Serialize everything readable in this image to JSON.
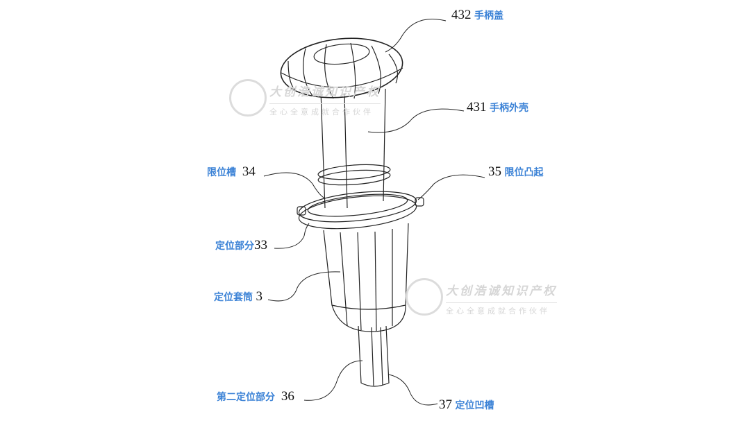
{
  "labels": {
    "l432": {
      "num": "432",
      "text": "手柄盖"
    },
    "l431": {
      "num": "431",
      "text": "手柄外壳"
    },
    "l34": {
      "num": "34",
      "text": "限位槽"
    },
    "l35": {
      "num": "35",
      "text": "限位凸起"
    },
    "l33": {
      "num": "33",
      "text": "定位部分"
    },
    "l3": {
      "num": "3",
      "text": "定位套筒"
    },
    "l36": {
      "num": "36",
      "text": "第二定位部分"
    },
    "l37": {
      "num": "37",
      "text": "定位凹槽"
    }
  },
  "watermark": {
    "line1": "大创浩诚知识产权",
    "line2": "全心全意成就合作伙伴"
  },
  "colors": {
    "label": "#3b82d6",
    "line": "#222222"
  }
}
